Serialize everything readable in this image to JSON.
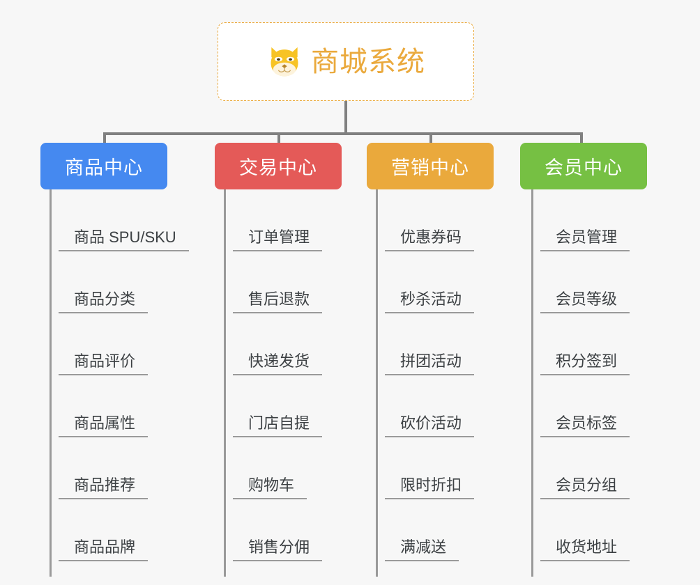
{
  "page": {
    "background": "#f7f7f7",
    "connector_color": "#808080",
    "leaf_line_color": "#9a9a9a"
  },
  "root": {
    "title": "商城系统",
    "icon": "shiba-dog-face-icon",
    "accent": "#eaa93c",
    "background": "#ffffff"
  },
  "branches": [
    {
      "label": "商品中心",
      "color": "#4589f0",
      "items": [
        "商品 SPU/SKU",
        "商品分类",
        "商品评价",
        "商品属性",
        "商品推荐",
        "商品品牌"
      ]
    },
    {
      "label": "交易中心",
      "color": "#e45a58",
      "items": [
        "订单管理",
        "售后退款",
        "快递发货",
        "门店自提",
        "购物车",
        "销售分佣"
      ]
    },
    {
      "label": "营销中心",
      "color": "#eaa93c",
      "items": [
        "优惠券码",
        "秒杀活动",
        "拼团活动",
        "砍价活动",
        "限时折扣",
        "满减送"
      ]
    },
    {
      "label": "会员中心",
      "color": "#76c043",
      "items": [
        "会员管理",
        "会员等级",
        "积分签到",
        "会员标签",
        "会员分组",
        "收货地址"
      ]
    }
  ]
}
